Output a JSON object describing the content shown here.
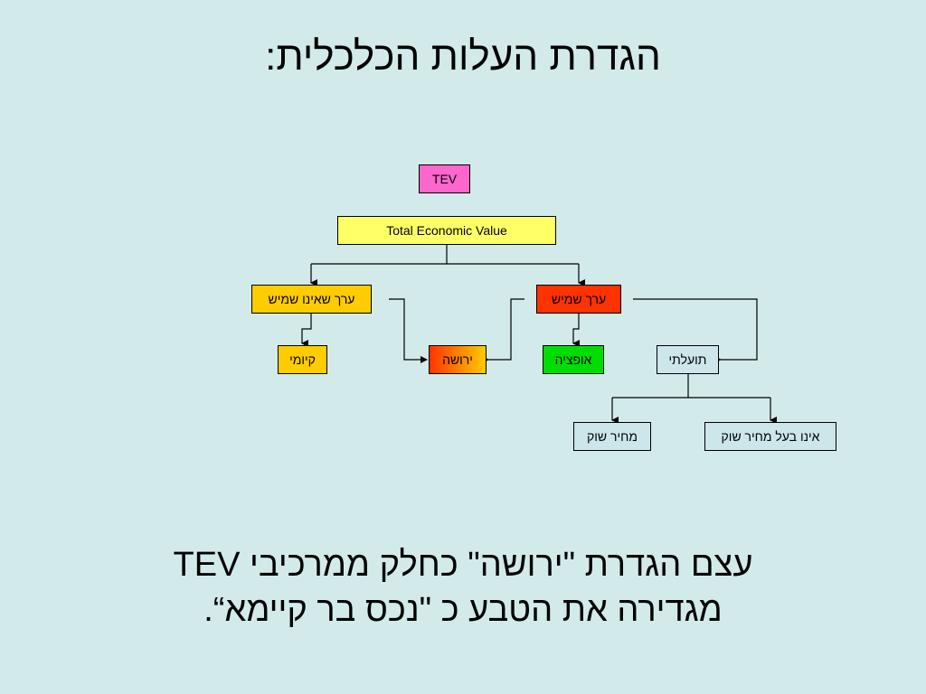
{
  "title": "הגדרת העלות הכלכלית:",
  "nodes": {
    "tev": {
      "label": "TEV",
      "color": "#ff66cc"
    },
    "total": {
      "label": "Total Economic Value",
      "color": "#ffff66"
    },
    "non_use": {
      "label": "ערך שאינו שמיש",
      "color": "#ffcc00"
    },
    "use": {
      "label": "ערך שמיש",
      "color": "#ff3300"
    },
    "kiyumi": {
      "label": "קיומי",
      "color": "#ffcc00"
    },
    "yerusha": {
      "label": "ירושה",
      "gradient": [
        "#ff3300",
        "#ffcc00"
      ]
    },
    "option": {
      "label": "אופציה",
      "color": "#00dd00"
    },
    "utility": {
      "label": "תועלתי",
      "color": "#cce6ea"
    },
    "market_price": {
      "label": "מחיר שוק",
      "color": "#cce6ea"
    },
    "no_market_price": {
      "label": "אינו בעל מחיר שוק",
      "color": "#cce6ea"
    }
  },
  "conclusion": {
    "line1": "עצם הגדרת \"ירושה\" כחלק ממרכיבי TEV",
    "line2": "מגדירה את הטבע כ \"נכס בר קיימא“."
  }
}
